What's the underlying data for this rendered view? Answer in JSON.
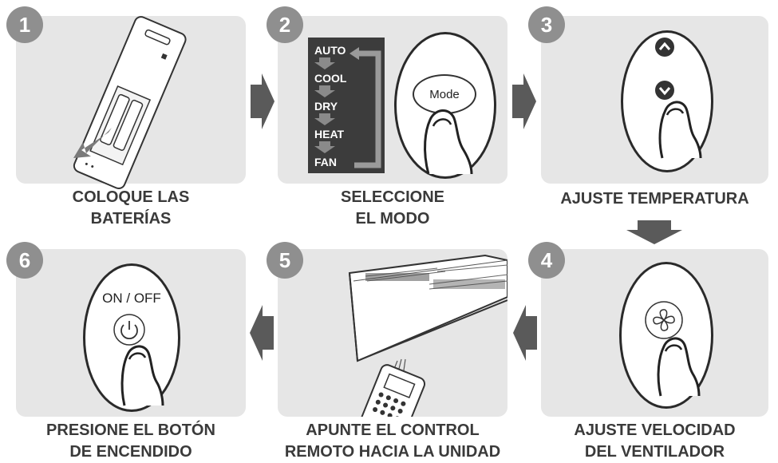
{
  "steps": [
    {
      "number": "1",
      "caption_line1": "COLOQUE LAS",
      "caption_line2": "BATERÍAS"
    },
    {
      "number": "2",
      "caption_line1": "SELECCIONE",
      "caption_line2": "EL MODO"
    },
    {
      "number": "3",
      "caption_line1": "AJUSTE TEMPERATURA",
      "caption_line2": ""
    },
    {
      "number": "4",
      "caption_line1": "AJUSTE VELOCIDAD",
      "caption_line2": "DEL VENTILADOR"
    },
    {
      "number": "5",
      "caption_line1": "APUNTE EL CONTROL",
      "caption_line2": "REMOTO HACIA LA UNIDAD"
    },
    {
      "number": "6",
      "caption_line1": "PRESIONE EL BOTÓN",
      "caption_line2": "DE ENCENDIDO"
    }
  ],
  "modes": [
    "AUTO",
    "COOL",
    "DRY",
    "HEAT",
    "FAN"
  ],
  "mode_button_label": "Mode",
  "power_label": "ON / OFF",
  "colors": {
    "panel": "#e6e6e6",
    "badge": "#8f8f8f",
    "arrow": "#5a5a5a",
    "text": "#3a3a3a"
  },
  "icons": [
    "battery-insert-icon",
    "finger-press-icon",
    "up-arrow-icon",
    "down-arrow-icon",
    "fan-icon",
    "power-icon",
    "remote-control-icon",
    "air-conditioner-icon"
  ]
}
